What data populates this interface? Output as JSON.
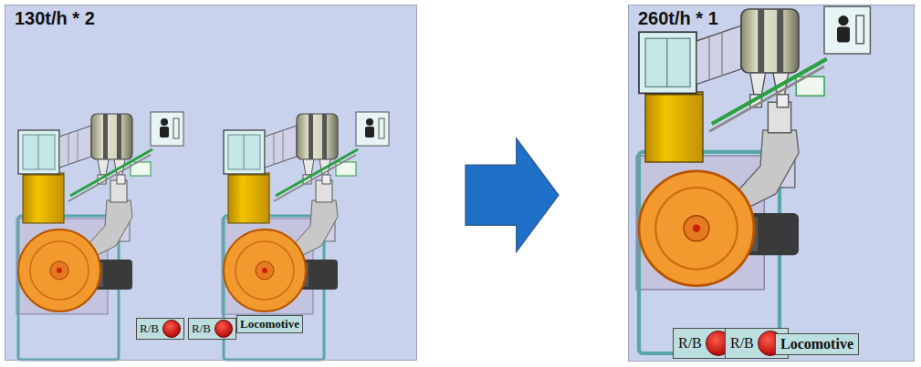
{
  "diagram": {
    "nodes": [
      {
        "text": [
          "130t/h * 2"
        ]
      },
      {
        "text": [
          "R/B"
        ],
        "in": 0
      },
      {
        "text": [
          "R/B"
        ],
        "in": 0
      },
      {
        "text": [
          "Locomotive"
        ],
        "in": 0
      },
      {
        "text": [
          "260t/h * 1"
        ]
      },
      {
        "text": [
          "R/B"
        ],
        "in": 4
      },
      {
        "text": [
          "R/B"
        ],
        "in": 4
      },
      {
        "text": [
          "Locomotive"
        ],
        "in": 4
      }
    ],
    "edges": [
      {
        "from": 0,
        "to": 4,
        "arrow": "to"
      }
    ]
  }
}
